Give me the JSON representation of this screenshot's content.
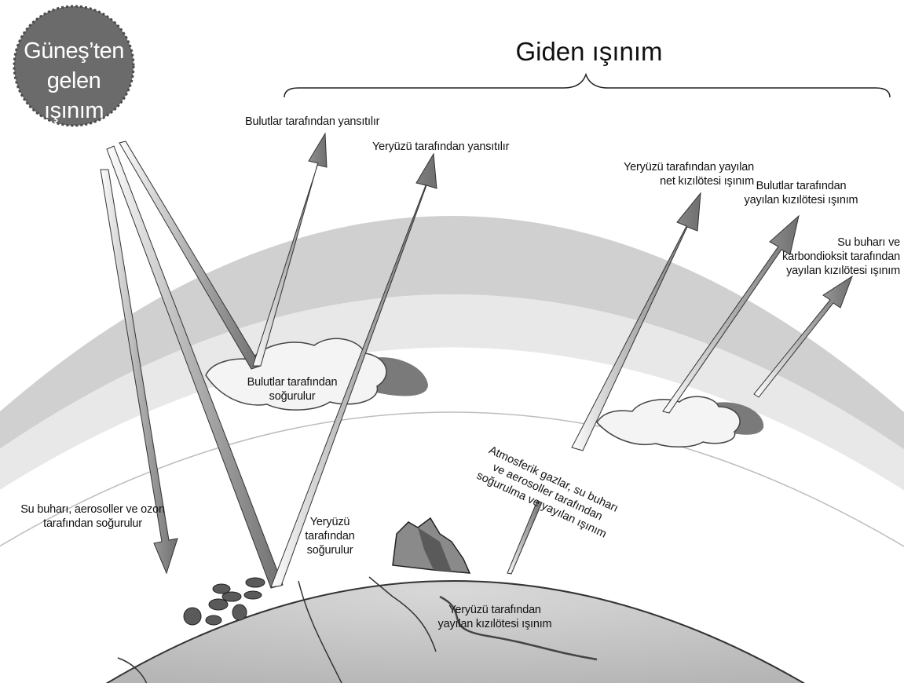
{
  "sun": {
    "label": "Güneş’ten\ngelen ışınım"
  },
  "outgoing": {
    "title": "Giden ışınım"
  },
  "labels": {
    "reflected_by_clouds": "Bulutlar tarafından yansıtılır",
    "reflected_by_surface": "Yeryüzü tarafından yansıtılır",
    "absorbed_by_clouds": "Bulutlar tarafından\nsoğurulur",
    "absorbed_by_vapor": "Su buharı, aerosoller ve ozon\ntarafından soğurulur",
    "absorbed_by_surface": "Yeryüzü\ntarafından\nsoğurulur",
    "net_ir_surface": "Yeryüzü tarafından yayılan\nnet kızılötesi ışınım",
    "ir_clouds": "Bulutlar tarafından\nyayılan kızılötesi ışınım",
    "ir_vapor_co2": "Su buharı ve\nkarbondioksit tarafından\nyayılan kızılötesi ışınım",
    "atmos_absorb_emit": "Atmosferik gazlar, su buharı\nve aerosoller tarafından\nsoğurulma ve yayılan ışınım",
    "ir_surface": "Yeryüzü tarafından\nyayılan kızılötesi ışınım"
  },
  "colors": {
    "sun": "#6b6b6b",
    "band_outer": "#d4d4d4",
    "band_inner": "#e9e9e9",
    "arrow": "#8a8a8a"
  }
}
